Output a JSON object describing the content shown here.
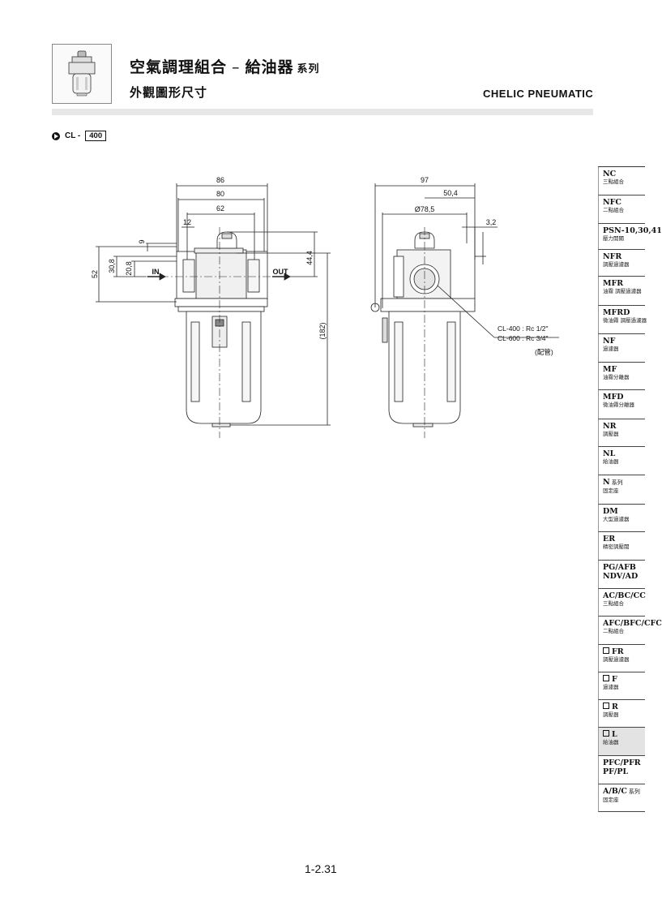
{
  "header": {
    "title": "空氣調理組合",
    "dash": "–",
    "subtitle_product": "給油器",
    "series": "系列",
    "subtitle": "外觀圖形尺寸",
    "brand": "CHELIC PNEUMATIC",
    "thumbnail_icon": "lubricator-product-icon"
  },
  "model": {
    "prefix": "CL -",
    "size": "400"
  },
  "drawing": {
    "front": {
      "d86": "86",
      "d80": "80",
      "d62": "62",
      "d12": "12",
      "d9": "9",
      "d52": "52",
      "d30_8": "30,8",
      "d20_8": "20,8",
      "d44_4": "44,4",
      "d182": "(182)",
      "in": "IN",
      "out": "OUT"
    },
    "side": {
      "d97": "97",
      "d50_4": "50,4",
      "d78_5": "Ø78,5",
      "d3_2": "3,2",
      "port1": "CL-400 : Rc 1/2\"",
      "port2": "CL-600 : Rc 3/4\"",
      "port3": "(配管)"
    }
  },
  "sidebar": [
    {
      "code": "NC",
      "desc": "三點組合"
    },
    {
      "code": "NFC",
      "desc": "二點組合"
    },
    {
      "code": "PSN-10,30,41",
      "desc": "壓力開關"
    },
    {
      "code": "NFR",
      "desc": "調壓過濾器"
    },
    {
      "code": "MFR",
      "desc": "油霧 調壓過濾器"
    },
    {
      "code": "MFRD",
      "desc": "微油霧 調壓過濾器"
    },
    {
      "code": "NF",
      "desc": "過濾器"
    },
    {
      "code": "MF",
      "desc": "油霧分離器"
    },
    {
      "code": "MFD",
      "desc": "微油霧分離器"
    },
    {
      "code": "NR",
      "desc": "調壓器"
    },
    {
      "code": "NL",
      "desc": "給油器"
    },
    {
      "code": "N",
      "small": "系列",
      "desc": "固定座"
    },
    {
      "code": "DM",
      "desc": "大型過濾器"
    },
    {
      "code": "ER",
      "desc": "精密調壓閥"
    },
    {
      "code": "PG/AFB",
      "code2": "NDV/AD"
    },
    {
      "code": "AC/BC/CC",
      "desc": "三點組合"
    },
    {
      "code": "AFC/BFC/CFC",
      "desc": "二點組合"
    },
    {
      "code": "FR",
      "desc": "調壓過濾器",
      "box": true
    },
    {
      "code": "F",
      "desc": "過濾器",
      "box": true
    },
    {
      "code": "R",
      "desc": "調壓器",
      "box": true
    },
    {
      "code": "L",
      "desc": "給油器",
      "box": true,
      "active": true
    },
    {
      "code": "PFC/PFR",
      "code2": "PF/PL"
    },
    {
      "code": "A/B/C",
      "small": "系列",
      "desc": "固定座"
    }
  ],
  "page_number": "1-2.31"
}
